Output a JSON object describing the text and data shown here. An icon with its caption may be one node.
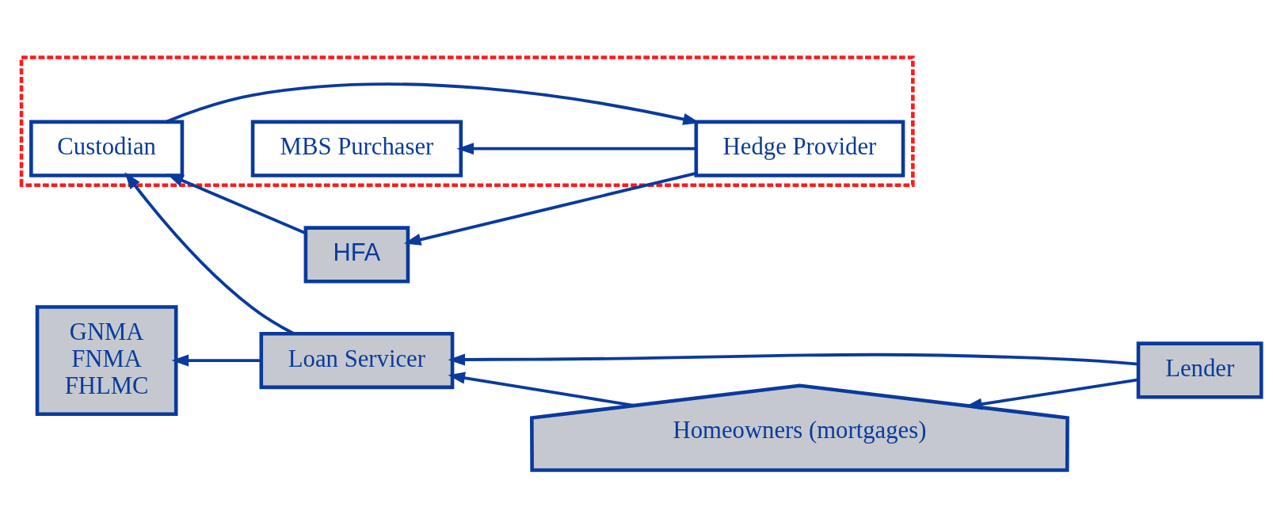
{
  "diagram": {
    "nodes": [
      {
        "text": [],
        "shape": "box"
      },
      {
        "text": [
          "Hedge Provider"
        ],
        "in": 0
      },
      {
        "text": [
          "MBS Purchaser"
        ],
        "in": 0
      },
      {
        "text": [
          "GNMA",
          "FNMA",
          "FHLMC"
        ]
      },
      {
        "text": [
          "Custodian"
        ],
        "in": 0
      },
      {
        "text": [
          "Loan Servicer"
        ]
      },
      {
        "text": [
          "Homeowners (mortgages)"
        ]
      },
      {
        "text": [
          "HFA"
        ]
      },
      {
        "text": [
          "Lender"
        ]
      }
    ],
    "edges": [
      {
        "from": 1,
        "to": 2,
        "arrow": "to"
      },
      {
        "from": 4,
        "to": 1,
        "arrow": "to"
      },
      {
        "from": 1,
        "to": 7,
        "arrow": "to"
      },
      {
        "from": 7,
        "to": 4,
        "arrow": "to"
      },
      {
        "from": 5,
        "to": 4,
        "arrow": "to"
      },
      {
        "from": 5,
        "to": 3,
        "arrow": "to"
      },
      {
        "from": 6,
        "to": 5,
        "arrow": "to"
      },
      {
        "from": 8,
        "to": 5,
        "arrow": "to"
      },
      {
        "from": 8,
        "to": 6,
        "arrow": "to"
      }
    ]
  }
}
